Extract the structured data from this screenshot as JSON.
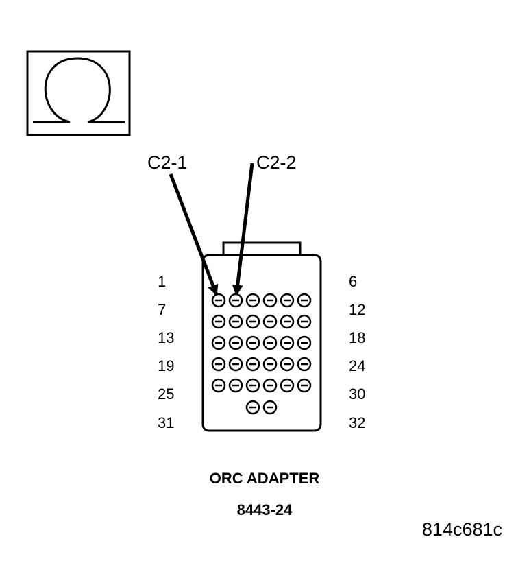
{
  "meter": {
    "symbol": "Ω",
    "icon": "ohmmeter-icon"
  },
  "callouts": [
    {
      "label": "C2-1",
      "pin": 1
    },
    {
      "label": "C2-2",
      "pin": 2
    }
  ],
  "connector": {
    "pins_per_row": 6,
    "rows": [
      {
        "left": "1",
        "right": "6"
      },
      {
        "left": "7",
        "right": "12"
      },
      {
        "left": "13",
        "right": "18"
      },
      {
        "left": "19",
        "right": "24"
      },
      {
        "left": "25",
        "right": "30"
      },
      {
        "left": "31",
        "right": "32"
      }
    ]
  },
  "adapter": {
    "name": "ORC ADAPTER",
    "part_number": "8443-24"
  },
  "figure_id": "814c681c"
}
